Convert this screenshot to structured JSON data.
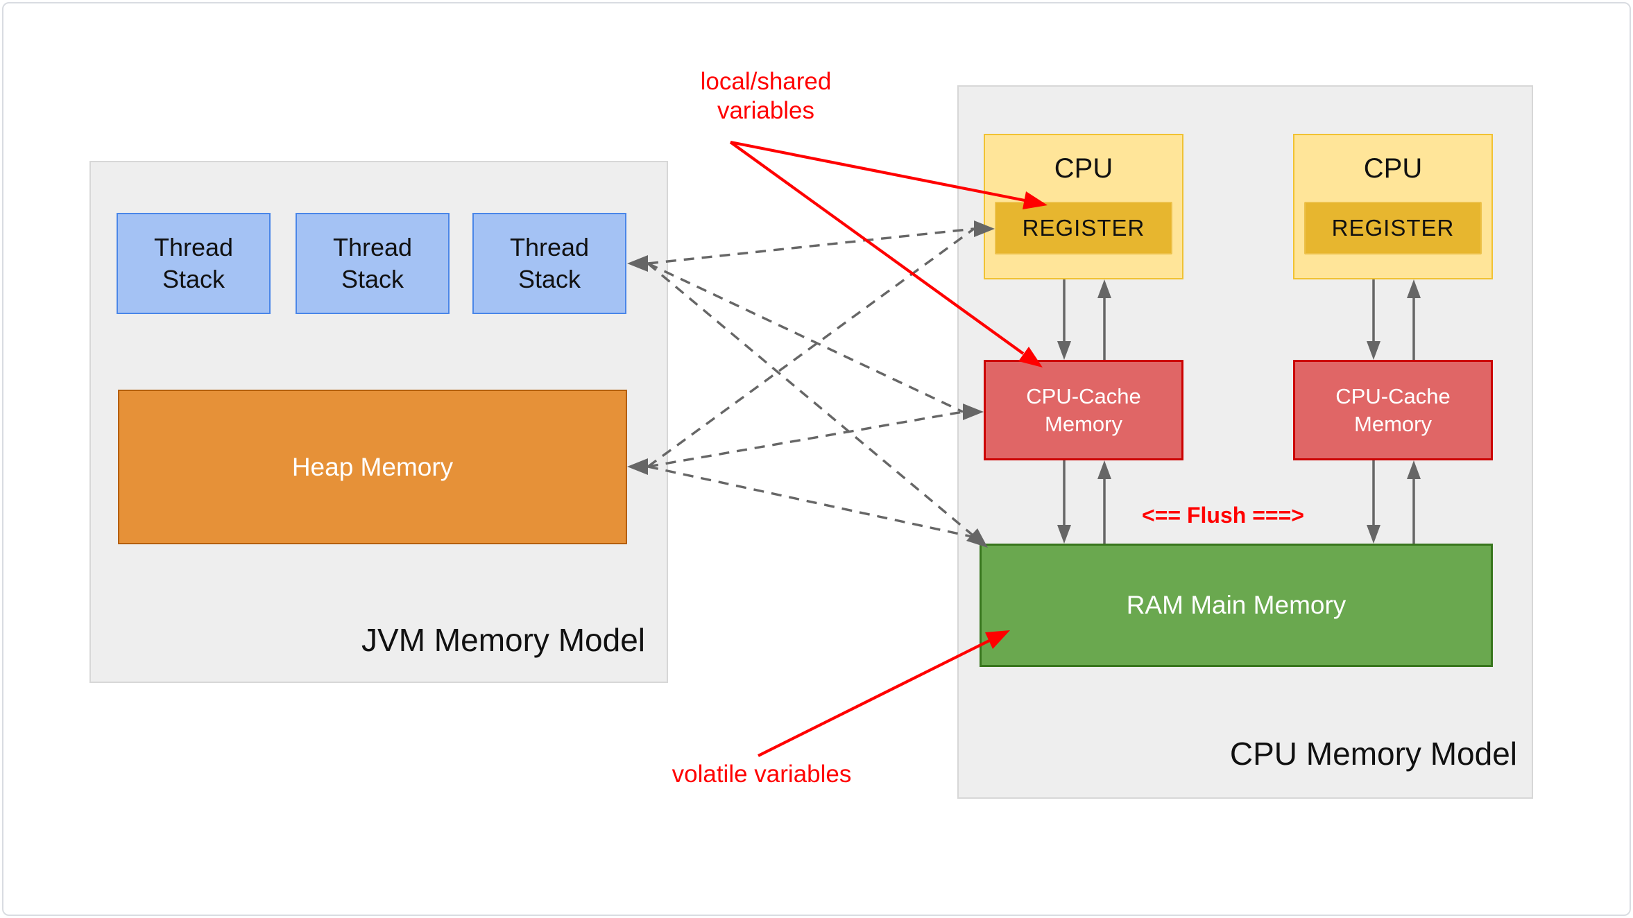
{
  "jvm_panel": {
    "title": "JVM Memory Model",
    "thread_stacks": [
      "Thread Stack",
      "Thread Stack",
      "Thread Stack"
    ],
    "heap_label": "Heap Memory"
  },
  "cpu_panel": {
    "title": "CPU Memory Model",
    "flush_label": "<== Flush ===>",
    "ram_label": "RAM Main Memory",
    "cpus": [
      {
        "label": "CPU",
        "register_label": "REGISTER",
        "cache_label": "CPU-Cache Memory"
      },
      {
        "label": "CPU",
        "register_label": "REGISTER",
        "cache_label": "CPU-Cache Memory"
      }
    ]
  },
  "annotations": {
    "local_shared_line1": "local/shared",
    "local_shared_line2": "variables",
    "volatile_label": "volatile variables"
  },
  "colors": {
    "panel_bg": "#eeeeee",
    "panel_border": "#d7d7d7",
    "thread_fill": "#a4c2f4",
    "thread_border": "#4a86e8",
    "heap_fill": "#e69138",
    "heap_border": "#b45f06",
    "cpu_fill": "#ffe599",
    "cpu_border": "#f1c232",
    "register_fill": "#e7b62f",
    "cache_fill": "#e06666",
    "cache_border": "#cc0000",
    "ram_fill": "#6aa84f",
    "ram_border": "#38761d",
    "dashed_connector": "#666666",
    "solid_connector": "#666666",
    "annotation_red": "#ff0000"
  }
}
